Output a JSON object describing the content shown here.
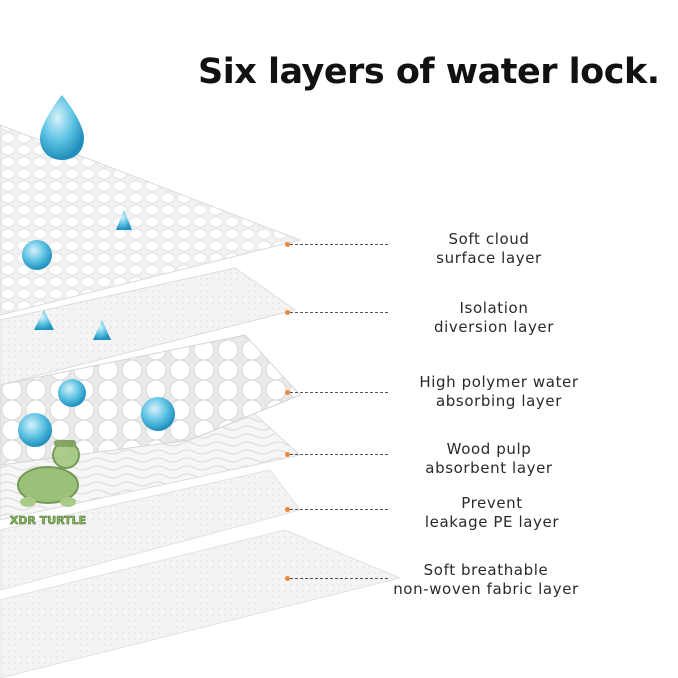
{
  "headline": "Six layers of water lock.",
  "layers": [
    {
      "line1": "Soft cloud",
      "line2": "surface layer"
    },
    {
      "line1": "Isolation",
      "line2": "diversion layer"
    },
    {
      "line1": "High polymer water",
      "line2": "absorbing layer"
    },
    {
      "line1": "Wood pulp",
      "line2": "absorbent layer"
    },
    {
      "line1": "Prevent",
      "line2": "leakage PE layer"
    },
    {
      "line1": "Soft breathable",
      "line2": "non-woven fabric layer"
    }
  ],
  "watermark": "XDR TURTLE",
  "colors": {
    "accent_dot": "#e8893a",
    "water_drop": "#3fb2d8",
    "turtle_green": "#7fae5a"
  }
}
